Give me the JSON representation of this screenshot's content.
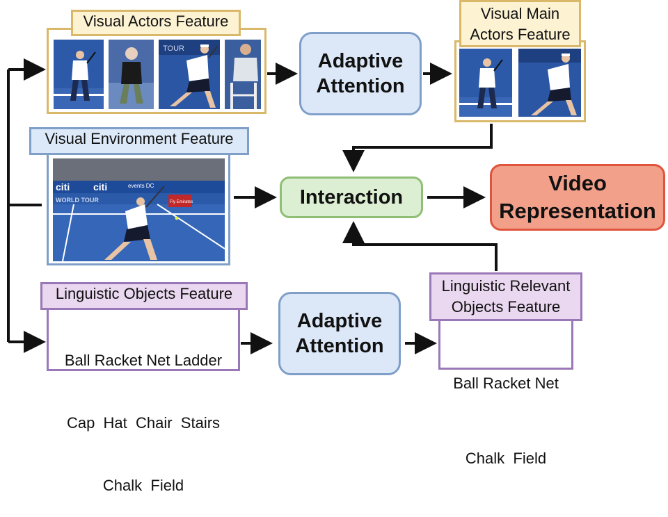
{
  "visual_actors": {
    "label": "Visual Actors Feature",
    "thumbnails": [
      "player-1",
      "umpire",
      "player-2",
      "linesperson"
    ]
  },
  "visual_main_actors": {
    "label_line1": "Visual Main",
    "label_line2": "Actors Feature",
    "thumbnails": [
      "player-1",
      "player-2"
    ]
  },
  "visual_environment": {
    "label": "Visual Environment Feature",
    "scene": {
      "banner_text_1": "citi",
      "banner_text_2": "citi",
      "banner_text_3": "events DC",
      "tour_text": "WORLD TOUR",
      "sponsor_text": "Fly Emirates"
    }
  },
  "linguistic_objects": {
    "label": "Linguistic Objects Feature",
    "line1": "Ball Racket Net Ladder",
    "line2": "Cap  Hat  Chair  Stairs",
    "line3": "Chalk  Field"
  },
  "linguistic_relevant": {
    "label_line1": "Linguistic Relevant",
    "label_line2": "Objects Feature",
    "line1": "Ball Racket Net",
    "line2": "Chalk  Field"
  },
  "adaptive_attention_top": {
    "line1": "Adaptive",
    "line2": "Attention"
  },
  "adaptive_attention_bottom": {
    "line1": "Adaptive",
    "line2": "Attention"
  },
  "interaction": {
    "label": "Interaction"
  },
  "video_representation": {
    "line1": "Video",
    "line2": "Representation"
  },
  "colors": {
    "gold": "#d9b86a",
    "blue": "#7f9fc9",
    "purple": "#9a78b8",
    "green": "#8fbf74",
    "red": "#e0533c"
  }
}
